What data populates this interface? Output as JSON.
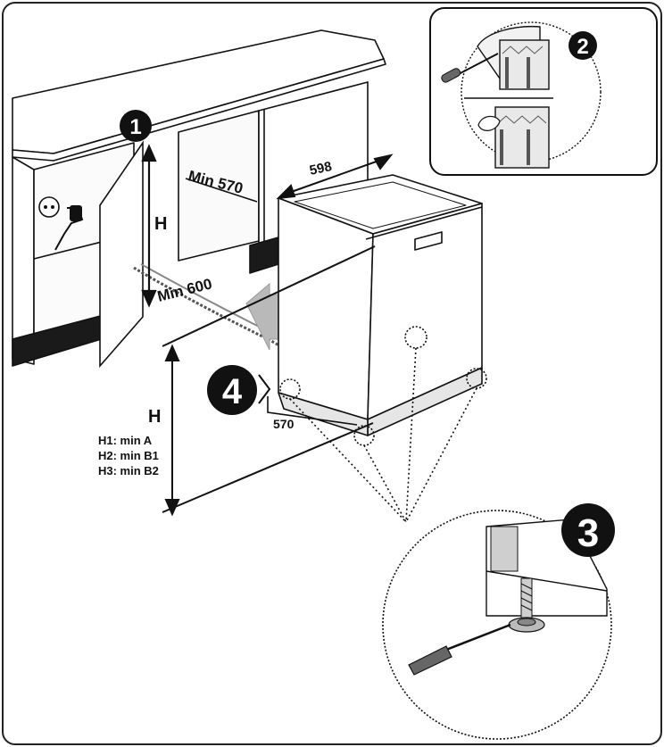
{
  "steps": {
    "step1": "1",
    "step2": "2",
    "step3": "3",
    "step4": "4"
  },
  "dimensions": {
    "niche_depth": "Min 570",
    "niche_width": "Min 600",
    "appliance_width": "598",
    "appliance_depth": "570",
    "niche_height_label": "H",
    "appliance_height_label": "H",
    "height_requirements": [
      "H1: min A",
      "H2: min B1",
      "H3: min B2"
    ]
  },
  "colors": {
    "outline": "#111111",
    "badge": "#111111",
    "arrow_fill": "#b9b9b9",
    "plinth": "#1a1a1a",
    "door_panel_gray": "#e6e6e6"
  },
  "icons": [
    "power-socket-icon",
    "screwdriver-icon",
    "insert-arrow-icon",
    "adjustable-foot-icon"
  ]
}
